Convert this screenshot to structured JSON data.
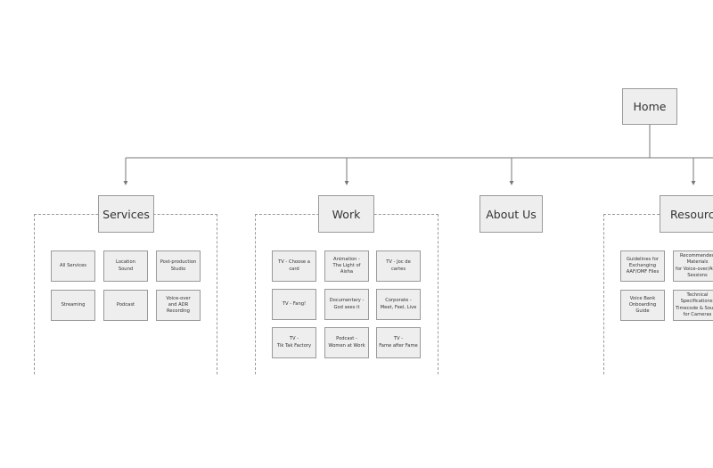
{
  "root": {
    "label": "Home"
  },
  "sections": [
    {
      "label": "Services",
      "pages": [
        "All Services",
        "Location\nSound",
        "Post-production\nStudio",
        "Streaming",
        "Podcast",
        "Voice-over\nand ADR Recording"
      ]
    },
    {
      "label": "Work",
      "pages": [
        "TV - Choose a card",
        "Animation -\nThe Light of Aisha",
        "TV - Joc de cartes",
        "TV - Fang!",
        "Documentary -\nGod sees it",
        "Corporate -\nMeet, Feel, Live",
        "TV -\nTik Tak Factory",
        "Podcast -\nWomen at Work",
        "TV -\nFame after Fame"
      ]
    },
    {
      "label": "About Us",
      "pages": []
    },
    {
      "label": "Resource",
      "pages": [
        "Guidelines for\nExchanging\nAAF/OMF Files",
        "Recommended\nMaterials\nfor Voice-over/ADR\nSessions",
        "Voice Bank\nOnboarding Guide",
        "Technical\nSpecifications:\nTimecode & Sound\nfor Cameras"
      ]
    }
  ],
  "colors": {
    "box_fill": "#eeeeee",
    "box_border": "#9a9a9a",
    "line": "#777777",
    "dashed_border": "#999999"
  }
}
